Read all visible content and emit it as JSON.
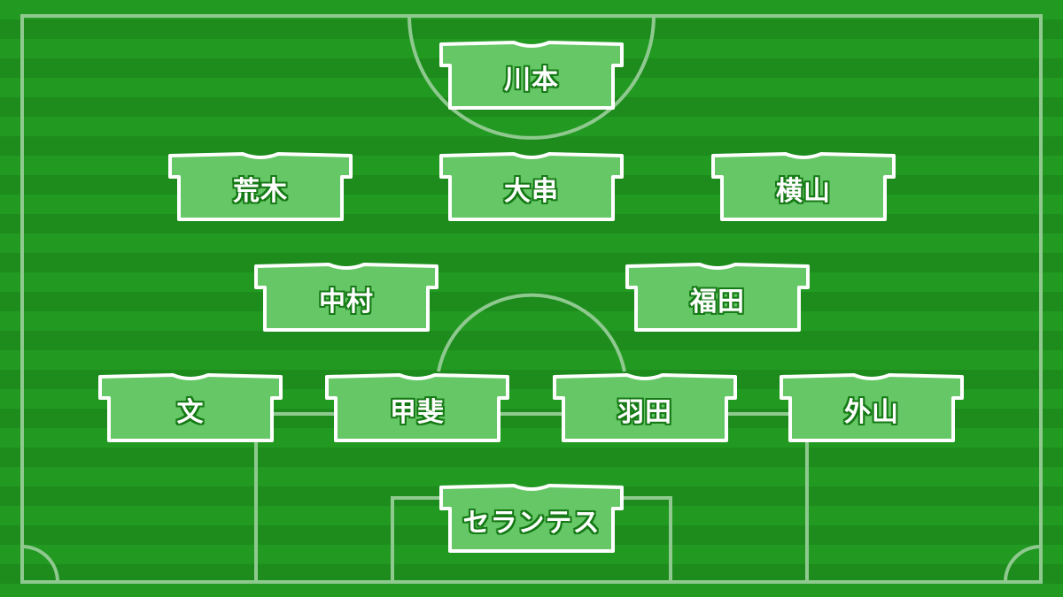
{
  "formation": {
    "players": [
      {
        "name": "川本"
      },
      {
        "name": "荒木"
      },
      {
        "name": "大串"
      },
      {
        "name": "横山"
      },
      {
        "name": "中村"
      },
      {
        "name": "福田"
      },
      {
        "name": "文"
      },
      {
        "name": "甲斐"
      },
      {
        "name": "羽田"
      },
      {
        "name": "外山"
      },
      {
        "name": "セランテス"
      }
    ]
  },
  "colors": {
    "pitch_light": "#229a22",
    "pitch_dark": "#1d8c1d",
    "line": "#8fc98f",
    "shirt_fill": "#66c766",
    "shirt_stroke": "#ffffff",
    "name_outline": "#157a15"
  }
}
